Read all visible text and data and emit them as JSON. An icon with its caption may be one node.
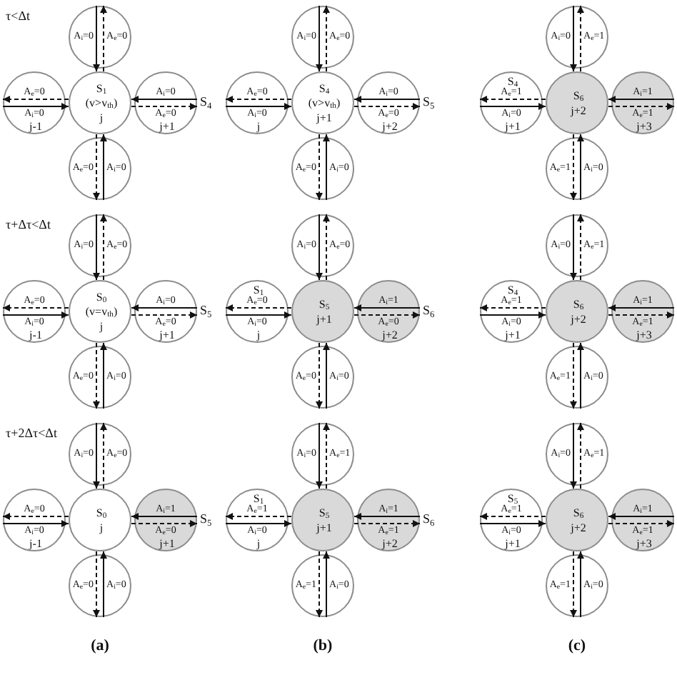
{
  "diagram": {
    "nodes": [
      {
        "text": [],
        "shape": "circle"
      },
      {
        "text": [
          "j-1"
        ]
      },
      {
        "text": [
          "S$_{1}$",
          "(v>v$_{th}$)",
          "j"
        ]
      },
      {
        "text": [
          "j+1"
        ],
        "beside": [
          "S$_{4}$"
        ]
      },
      {
        "text": [],
        "shape": "circle"
      },
      {
        "text": [],
        "shape": "circle"
      },
      {
        "text": [
          "j"
        ]
      },
      {
        "text": [
          "S$_{4}$",
          "(v>v$_{th}$)",
          "j+1"
        ]
      },
      {
        "text": [
          "j+2"
        ],
        "beside": [
          "S$_{5}$"
        ]
      },
      {
        "text": [],
        "shape": "circle"
      },
      {
        "text": [],
        "shape": "circle"
      },
      {
        "text": [
          "S$_{4}$",
          "j+1"
        ]
      },
      {
        "text": [
          "S$_{6}$",
          "j+2"
        ]
      },
      {
        "text": [
          "j+3"
        ]
      },
      {
        "text": [],
        "shape": "circle"
      },
      {
        "text": [],
        "shape": "circle"
      },
      {
        "text": [
          "j-1"
        ]
      },
      {
        "text": [
          "S$_{0}$",
          "(v=v$_{th}$)",
          "j"
        ]
      },
      {
        "text": [
          "j+1"
        ],
        "beside": [
          "S$_{5}$"
        ]
      },
      {
        "text": [],
        "shape": "circle"
      },
      {
        "text": [],
        "shape": "circle"
      },
      {
        "text": [
          "S$_{1}$",
          "j"
        ]
      },
      {
        "text": [
          "S$_{5}$",
          "j+1"
        ]
      },
      {
        "text": [
          "j+2"
        ],
        "beside": [
          "S$_{6}$"
        ]
      },
      {
        "text": [],
        "shape": "circle"
      },
      {
        "text": [],
        "shape": "circle"
      },
      {
        "text": [
          "S$_{4}$",
          "j+1"
        ]
      },
      {
        "text": [
          "S$_{6}$",
          "j+2"
        ]
      },
      {
        "text": [
          "j+3"
        ]
      },
      {
        "text": [],
        "shape": "circle"
      },
      {
        "text": [],
        "shape": "circle"
      },
      {
        "text": [
          "j-1"
        ]
      },
      {
        "text": [
          "S$_{0}$",
          "j"
        ]
      },
      {
        "text": [
          "j+1"
        ],
        "beside": [
          "S$_{5}$"
        ]
      },
      {
        "text": [],
        "shape": "circle"
      },
      {
        "text": [],
        "shape": "circle"
      },
      {
        "text": [
          "S$_{1}$",
          "j"
        ]
      },
      {
        "text": [
          "S$_{5}$",
          "j+1"
        ]
      },
      {
        "text": [
          "j+2"
        ],
        "beside": [
          "S$_{6}$"
        ]
      },
      {
        "text": [],
        "shape": "circle"
      },
      {
        "text": [],
        "shape": "circle"
      },
      {
        "text": [
          "S$_{5}$",
          "j+1"
        ]
      },
      {
        "text": [
          "S$_{6}$",
          "j+2"
        ]
      },
      {
        "text": [
          "j+3"
        ]
      },
      {
        "text": [],
        "shape": "circle"
      }
    ],
    "edges": [
      {
        "from": 0,
        "to": 2,
        "arrow": "to",
        "label": "A$_{i}$=0"
      },
      {
        "from": 2,
        "to": 0,
        "arrow": "to",
        "label": "A$_{e}$=0",
        "style": "dashed"
      },
      {
        "from": 2,
        "to": 1,
        "arrow": "to",
        "label": "A$_{e}$=0",
        "style": "dashed"
      },
      {
        "from": 1,
        "to": 2,
        "arrow": "to",
        "label": "A$_{i}$=0"
      },
      {
        "from": 3,
        "to": 2,
        "arrow": "to",
        "label": "A$_{i}$=0"
      },
      {
        "from": 2,
        "to": 3,
        "arrow": "to",
        "label": "A$_{e}$=0",
        "style": "dashed"
      },
      {
        "from": 2,
        "to": 4,
        "arrow": "to",
        "label": "A$_{e}$=0",
        "style": "dashed"
      },
      {
        "from": 4,
        "to": 2,
        "arrow": "to",
        "label": "A$_{i}$=0"
      },
      {
        "from": 5,
        "to": 7,
        "arrow": "to",
        "label": "A$_{i}$=0"
      },
      {
        "from": 7,
        "to": 5,
        "arrow": "to",
        "label": "A$_{e}$=0",
        "style": "dashed"
      },
      {
        "from": 7,
        "to": 6,
        "arrow": "to",
        "label": "A$_{e}$=0",
        "style": "dashed"
      },
      {
        "from": 6,
        "to": 7,
        "arrow": "to",
        "label": "A$_{i}$=0"
      },
      {
        "from": 8,
        "to": 7,
        "arrow": "to",
        "label": "A$_{i}$=0"
      },
      {
        "from": 7,
        "to": 8,
        "arrow": "to",
        "label": "A$_{e}$=0",
        "style": "dashed"
      },
      {
        "from": 7,
        "to": 9,
        "arrow": "to",
        "label": "A$_{e}$=0",
        "style": "dashed"
      },
      {
        "from": 9,
        "to": 7,
        "arrow": "to",
        "label": "A$_{i}$=0"
      },
      {
        "from": 10,
        "to": 12,
        "arrow": "to",
        "label": "A$_{i}$=0"
      },
      {
        "from": 12,
        "to": 10,
        "arrow": "to",
        "label": "A$_{e}$=1",
        "style": "dashed"
      },
      {
        "from": 12,
        "to": 11,
        "arrow": "to",
        "label": "A$_{e}$=1",
        "style": "dashed"
      },
      {
        "from": 11,
        "to": 12,
        "arrow": "to",
        "label": "A$_{i}$=0"
      },
      {
        "from": 13,
        "to": 12,
        "arrow": "to",
        "label": "A$_{i}$=1"
      },
      {
        "from": 12,
        "to": 13,
        "arrow": "to",
        "label": "A$_{e}$=1",
        "style": "dashed"
      },
      {
        "from": 12,
        "to": 14,
        "arrow": "to",
        "label": "A$_{e}$=1",
        "style": "dashed"
      },
      {
        "from": 14,
        "to": 12,
        "arrow": "to",
        "label": "A$_{i}$=0"
      },
      {
        "from": 15,
        "to": 17,
        "arrow": "to",
        "label": "A$_{i}$=0"
      },
      {
        "from": 17,
        "to": 15,
        "arrow": "to",
        "label": "A$_{e}$=0",
        "style": "dashed"
      },
      {
        "from": 17,
        "to": 16,
        "arrow": "to",
        "label": "A$_{e}$=0",
        "style": "dashed"
      },
      {
        "from": 16,
        "to": 17,
        "arrow": "to",
        "label": "A$_{i}$=0"
      },
      {
        "from": 18,
        "to": 17,
        "arrow": "to",
        "label": "A$_{i}$=0"
      },
      {
        "from": 17,
        "to": 18,
        "arrow": "to",
        "label": "A$_{e}$=0",
        "style": "dashed"
      },
      {
        "from": 17,
        "to": 19,
        "arrow": "to",
        "label": "A$_{e}$=0",
        "style": "dashed"
      },
      {
        "from": 19,
        "to": 17,
        "arrow": "to",
        "label": "A$_{i}$=0"
      },
      {
        "from": 20,
        "to": 22,
        "arrow": "to",
        "label": "A$_{i}$=0"
      },
      {
        "from": 22,
        "to": 20,
        "arrow": "to",
        "label": "A$_{e}$=0",
        "style": "dashed"
      },
      {
        "from": 22,
        "to": 21,
        "arrow": "to",
        "label": "A$_{e}$=0",
        "style": "dashed"
      },
      {
        "from": 21,
        "to": 22,
        "arrow": "to",
        "label": "A$_{i}$=0"
      },
      {
        "from": 23,
        "to": 22,
        "arrow": "to",
        "label": "A$_{i}$=1"
      },
      {
        "from": 22,
        "to": 23,
        "arrow": "to",
        "label": "A$_{e}$=0",
        "style": "dashed"
      },
      {
        "from": 22,
        "to": 24,
        "arrow": "to",
        "label": "A$_{e}$=0",
        "style": "dashed"
      },
      {
        "from": 24,
        "to": 22,
        "arrow": "to",
        "label": "A$_{i}$=0"
      },
      {
        "from": 25,
        "to": 27,
        "arrow": "to",
        "label": "A$_{i}$=0"
      },
      {
        "from": 27,
        "to": 25,
        "arrow": "to",
        "label": "A$_{e}$=1",
        "style": "dashed"
      },
      {
        "from": 27,
        "to": 26,
        "arrow": "to",
        "label": "A$_{e}$=1",
        "style": "dashed"
      },
      {
        "from": 26,
        "to": 27,
        "arrow": "to",
        "label": "A$_{i}$=0"
      },
      {
        "from": 28,
        "to": 27,
        "arrow": "to",
        "label": "A$_{i}$=1"
      },
      {
        "from": 27,
        "to": 28,
        "arrow": "to",
        "label": "A$_{e}$=1",
        "style": "dashed"
      },
      {
        "from": 27,
        "to": 29,
        "arrow": "to",
        "label": "A$_{e}$=1",
        "style": "dashed"
      },
      {
        "from": 29,
        "to": 27,
        "arrow": "to",
        "label": "A$_{i}$=0"
      },
      {
        "from": 30,
        "to": 32,
        "arrow": "to",
        "label": "A$_{i}$=0"
      },
      {
        "from": 32,
        "to": 30,
        "arrow": "to",
        "label": "A$_{e}$=0",
        "style": "dashed"
      },
      {
        "from": 32,
        "to": 31,
        "arrow": "to",
        "label": "A$_{e}$=0",
        "style": "dashed"
      },
      {
        "from": 31,
        "to": 32,
        "arrow": "to",
        "label": "A$_{i}$=0"
      },
      {
        "from": 33,
        "to": 32,
        "arrow": "to",
        "label": "A$_{i}$=1"
      },
      {
        "from": 32,
        "to": 33,
        "arrow": "to",
        "label": "A$_{e}$=0",
        "style": "dashed"
      },
      {
        "from": 32,
        "to": 34,
        "arrow": "to",
        "label": "A$_{e}$=0",
        "style": "dashed"
      },
      {
        "from": 34,
        "to": 32,
        "arrow": "to",
        "label": "A$_{i}$=0"
      },
      {
        "from": 35,
        "to": 37,
        "arrow": "to",
        "label": "A$_{i}$=0"
      },
      {
        "from": 37,
        "to": 35,
        "arrow": "to",
        "label": "A$_{e}$=1",
        "style": "dashed"
      },
      {
        "from": 37,
        "to": 36,
        "arrow": "to",
        "label": "A$_{e}$=1",
        "style": "dashed"
      },
      {
        "from": 36,
        "to": 37,
        "arrow": "to",
        "label": "A$_{i}$=0"
      },
      {
        "from": 38,
        "to": 37,
        "arrow": "to",
        "label": "A$_{i}$=1"
      },
      {
        "from": 37,
        "to": 38,
        "arrow": "to",
        "label": "A$_{e}$=1",
        "style": "dashed"
      },
      {
        "from": 37,
        "to": 39,
        "arrow": "to",
        "label": "A$_{e}$=1",
        "style": "dashed"
      },
      {
        "from": 39,
        "to": 37,
        "arrow": "to",
        "label": "A$_{i}$=0"
      },
      {
        "from": 40,
        "to": 42,
        "arrow": "to",
        "label": "A$_{i}$=0"
      },
      {
        "from": 42,
        "to": 40,
        "arrow": "to",
        "label": "A$_{e}$=1",
        "style": "dashed"
      },
      {
        "from": 42,
        "to": 41,
        "arrow": "to",
        "label": "A$_{e}$=1",
        "style": "dashed"
      },
      {
        "from": 41,
        "to": 42,
        "arrow": "to",
        "label": "A$_{i}$=0"
      },
      {
        "from": 43,
        "to": 42,
        "arrow": "to",
        "label": "A$_{i}$=1"
      },
      {
        "from": 42,
        "to": 43,
        "arrow": "to",
        "label": "A$_{e}$=1",
        "style": "dashed"
      },
      {
        "from": 42,
        "to": 44,
        "arrow": "to",
        "label": "A$_{e}$=1",
        "style": "dashed"
      },
      {
        "from": 44,
        "to": 42,
        "arrow": "to",
        "label": "A$_{i}$=0"
      }
    ],
    "labels": [
      "τ<Δt",
      "τ+Δτ<Δt",
      "τ+2Δτ<Δt",
      "(a)",
      "(b)",
      "(c)"
    ]
  }
}
